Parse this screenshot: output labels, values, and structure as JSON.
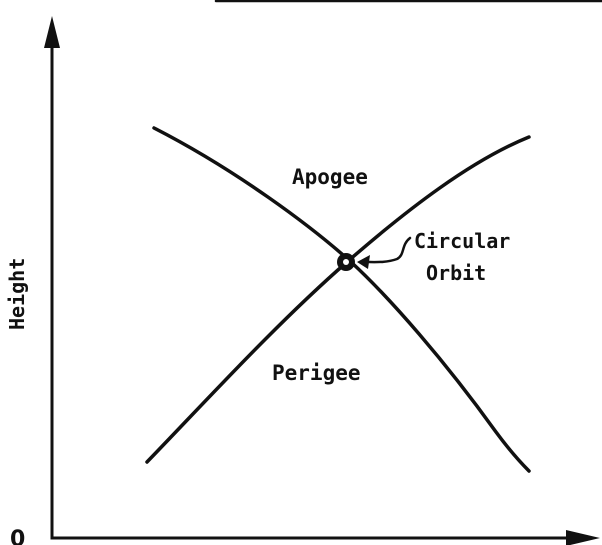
{
  "diagram": {
    "y_axis_label": "Height",
    "origin_label": "0",
    "region_upper_label": "Apogee",
    "region_lower_label": "Perigee",
    "intersection_label_line1": "Circular",
    "intersection_label_line2": "Orbit",
    "colors": {
      "ink": "#111111",
      "background": "#ffffff"
    }
  }
}
